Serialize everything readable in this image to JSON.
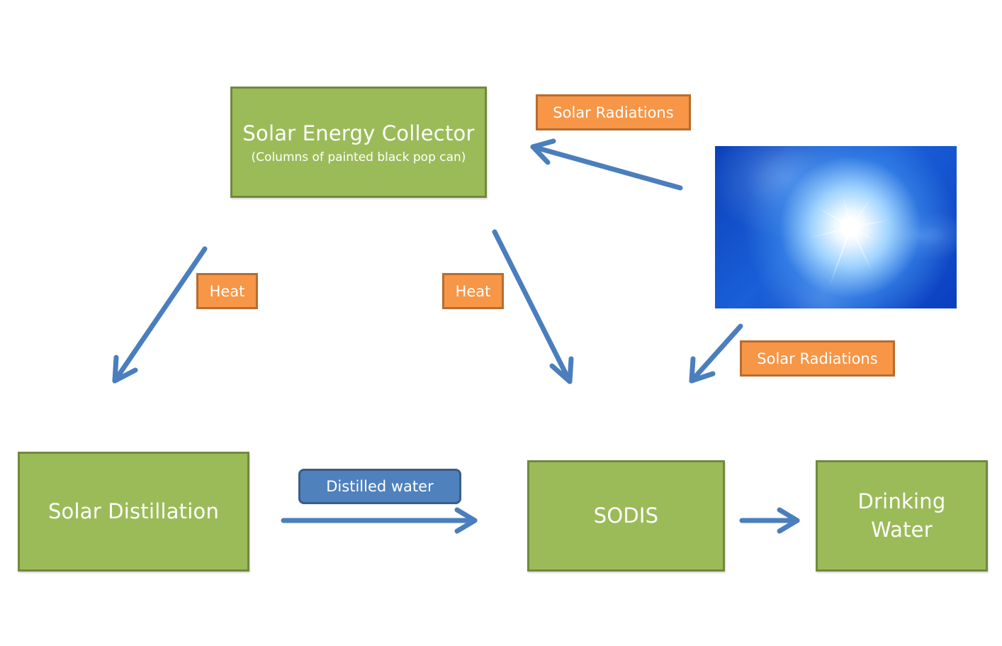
{
  "diagram": {
    "nodes": {
      "collector": {
        "title": "Solar Energy Collector",
        "subtitle": "(Columns of painted black pop can)"
      },
      "distillation": {
        "title": "Solar Distillation"
      },
      "sodis": {
        "title": "SODIS"
      },
      "drinking": {
        "line1": "Drinking",
        "line2": "Water"
      }
    },
    "labels": {
      "radiation_top": "Solar Radiations",
      "radiation_bottom": "Solar Radiations",
      "heat_left": "Heat",
      "heat_right": "Heat",
      "distilled": "Distilled water"
    },
    "image": {
      "subject": "sun-in-blue-sky"
    },
    "edges": [
      {
        "from": "sun",
        "to": "collector",
        "label": "Solar Radiations"
      },
      {
        "from": "collector",
        "to": "distillation",
        "label": "Heat"
      },
      {
        "from": "collector",
        "to": "sodis",
        "label": "Heat"
      },
      {
        "from": "sun",
        "to": "sodis",
        "label": "Solar Radiations"
      },
      {
        "from": "distillation",
        "to": "sodis",
        "label": "Distilled water"
      },
      {
        "from": "sodis",
        "to": "drinking",
        "label": ""
      }
    ],
    "colors": {
      "node_fill": "#9bbb59",
      "node_border": "#71893f",
      "label_fill": "#f79646",
      "label_border": "#b66d31",
      "arrow": "#4f81bd",
      "distilled_fill": "#4f81bd",
      "distilled_border": "#385d8a"
    }
  }
}
